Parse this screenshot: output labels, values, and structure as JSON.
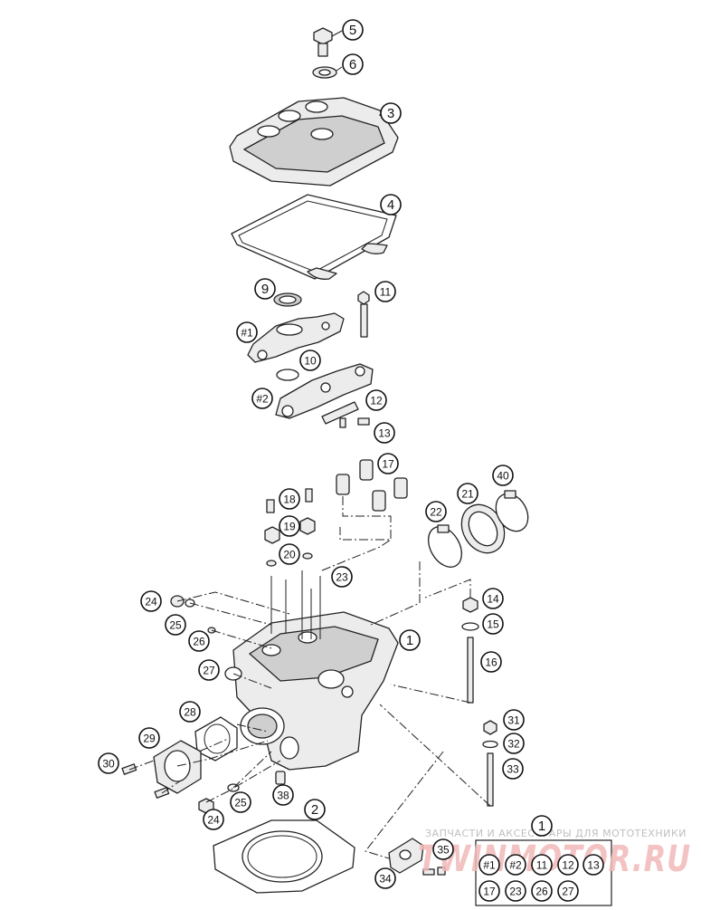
{
  "callouts": [
    {
      "id": "c5",
      "label": "5"
    },
    {
      "id": "c6",
      "label": "6"
    },
    {
      "id": "c3",
      "label": "3"
    },
    {
      "id": "c4",
      "label": "4"
    },
    {
      "id": "c9",
      "label": "9"
    },
    {
      "id": "c11a",
      "label": "11"
    },
    {
      "id": "c1a",
      "label": "#1"
    },
    {
      "id": "c10",
      "label": "10"
    },
    {
      "id": "c2a",
      "label": "#2"
    },
    {
      "id": "c12a",
      "label": "12"
    },
    {
      "id": "c13a",
      "label": "13"
    },
    {
      "id": "c17a",
      "label": "17"
    },
    {
      "id": "c40",
      "label": "40"
    },
    {
      "id": "c21",
      "label": "21"
    },
    {
      "id": "c18",
      "label": "18"
    },
    {
      "id": "c22",
      "label": "22"
    },
    {
      "id": "c19",
      "label": "19"
    },
    {
      "id": "c20",
      "label": "20"
    },
    {
      "id": "c23a",
      "label": "23"
    },
    {
      "id": "c24a",
      "label": "24"
    },
    {
      "id": "c14",
      "label": "14"
    },
    {
      "id": "c25a",
      "label": "25"
    },
    {
      "id": "c15",
      "label": "15"
    },
    {
      "id": "c1",
      "label": "1"
    },
    {
      "id": "c26a",
      "label": "26"
    },
    {
      "id": "c16",
      "label": "16"
    },
    {
      "id": "c27a",
      "label": "27"
    },
    {
      "id": "c28",
      "label": "28"
    },
    {
      "id": "c31",
      "label": "31"
    },
    {
      "id": "c29",
      "label": "29"
    },
    {
      "id": "c32",
      "label": "32"
    },
    {
      "id": "c30",
      "label": "30"
    },
    {
      "id": "c33",
      "label": "33"
    },
    {
      "id": "c38",
      "label": "38"
    },
    {
      "id": "c25b",
      "label": "25"
    },
    {
      "id": "c2",
      "label": "2"
    },
    {
      "id": "c24b",
      "label": "24"
    },
    {
      "id": "c35",
      "label": "35"
    },
    {
      "id": "c34",
      "label": "34"
    }
  ],
  "kit": {
    "label": "1",
    "items": [
      "#1",
      "#2",
      "11",
      "12",
      "13",
      "17",
      "23",
      "26",
      "27"
    ]
  },
  "watermark": {
    "caption": "ЗАПЧАСТИ И АКСЕССУАРЫ ДЛЯ МОТОТЕХНИКИ",
    "brand": "TWINMOTOR.RU"
  }
}
